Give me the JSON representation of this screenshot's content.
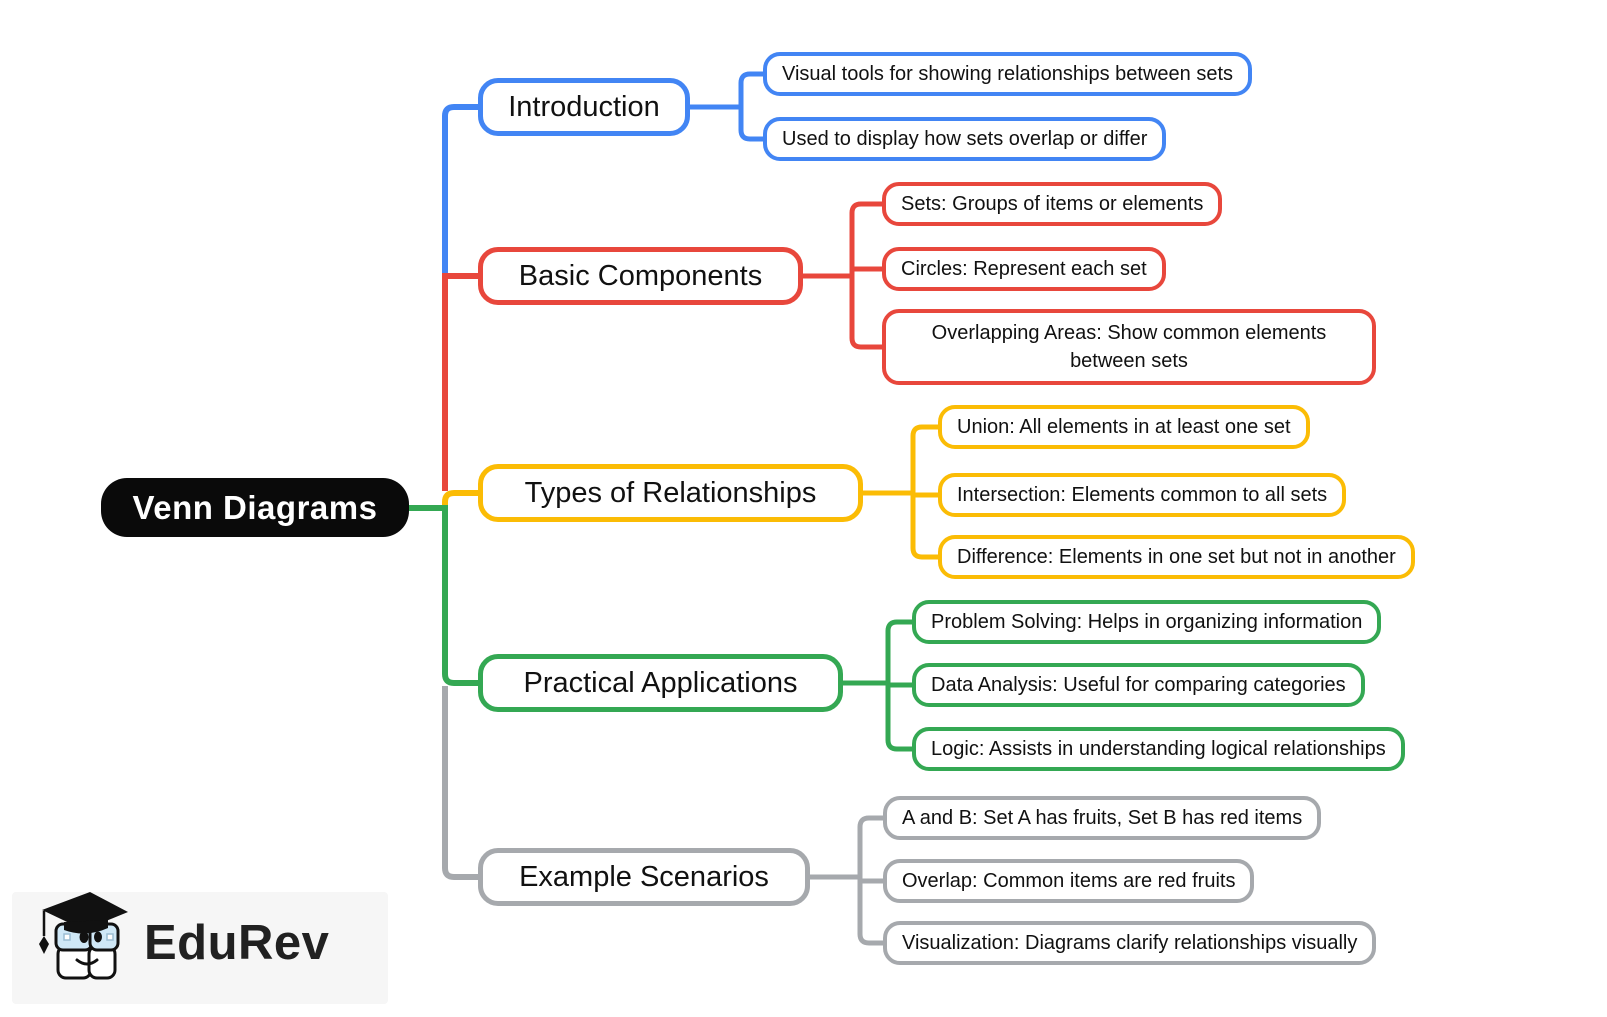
{
  "root": {
    "label": "Venn Diagrams"
  },
  "branches": [
    {
      "label": "Introduction",
      "color": "#4285F4",
      "children": [
        "Visual tools for showing relationships between sets",
        "Used to display how sets overlap or differ"
      ]
    },
    {
      "label": "Basic Components",
      "color": "#E8473C",
      "children": [
        "Sets: Groups of items or elements",
        "Circles: Represent each set",
        "Overlapping Areas: Show common elements between sets"
      ]
    },
    {
      "label": "Types of Relationships",
      "color": "#FBBC05",
      "children": [
        "Union: All elements in at least one set",
        "Intersection: Elements common to all sets",
        "Difference: Elements in one set but not in another"
      ]
    },
    {
      "label": "Practical Applications",
      "color": "#34A853",
      "children": [
        "Problem Solving: Helps in organizing information",
        "Data Analysis: Useful for comparing categories",
        "Logic: Assists in understanding logical relationships"
      ]
    },
    {
      "label": "Example Scenarios",
      "color": "#A6A9AD",
      "children": [
        "A and B: Set A has fruits, Set B has red items",
        "Overlap: Common items are red fruits",
        "Visualization: Diagrams clarify relationships visually"
      ]
    }
  ],
  "logo": {
    "text": "EduRev",
    "icon": "graduation-cap-mascot"
  }
}
